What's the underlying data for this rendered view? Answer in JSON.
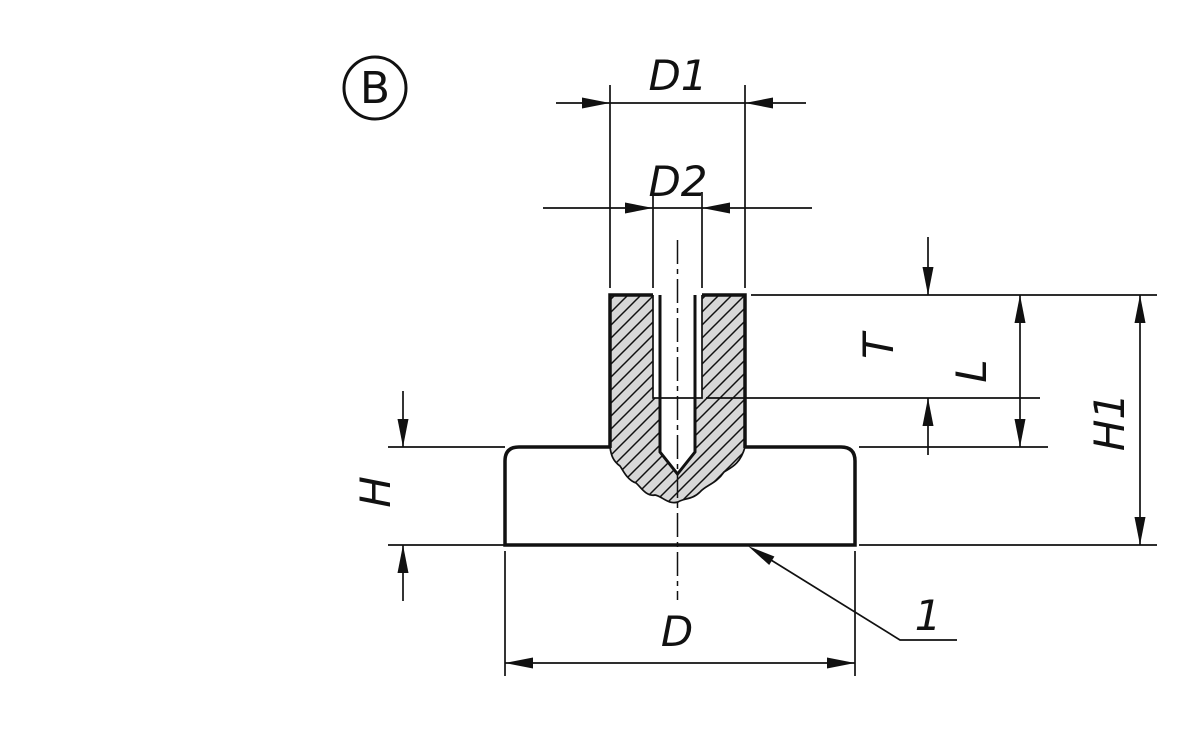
{
  "drawing": {
    "view_label": "B",
    "callout": "1",
    "dimensions": {
      "d1": "D1",
      "d2": "D2",
      "t": "T",
      "l": "L",
      "h1": "H1",
      "h": "H",
      "d": "D"
    },
    "colors": {
      "line": "#111111",
      "part_fill": "#d8d8d8",
      "background": "#ffffff"
    }
  }
}
